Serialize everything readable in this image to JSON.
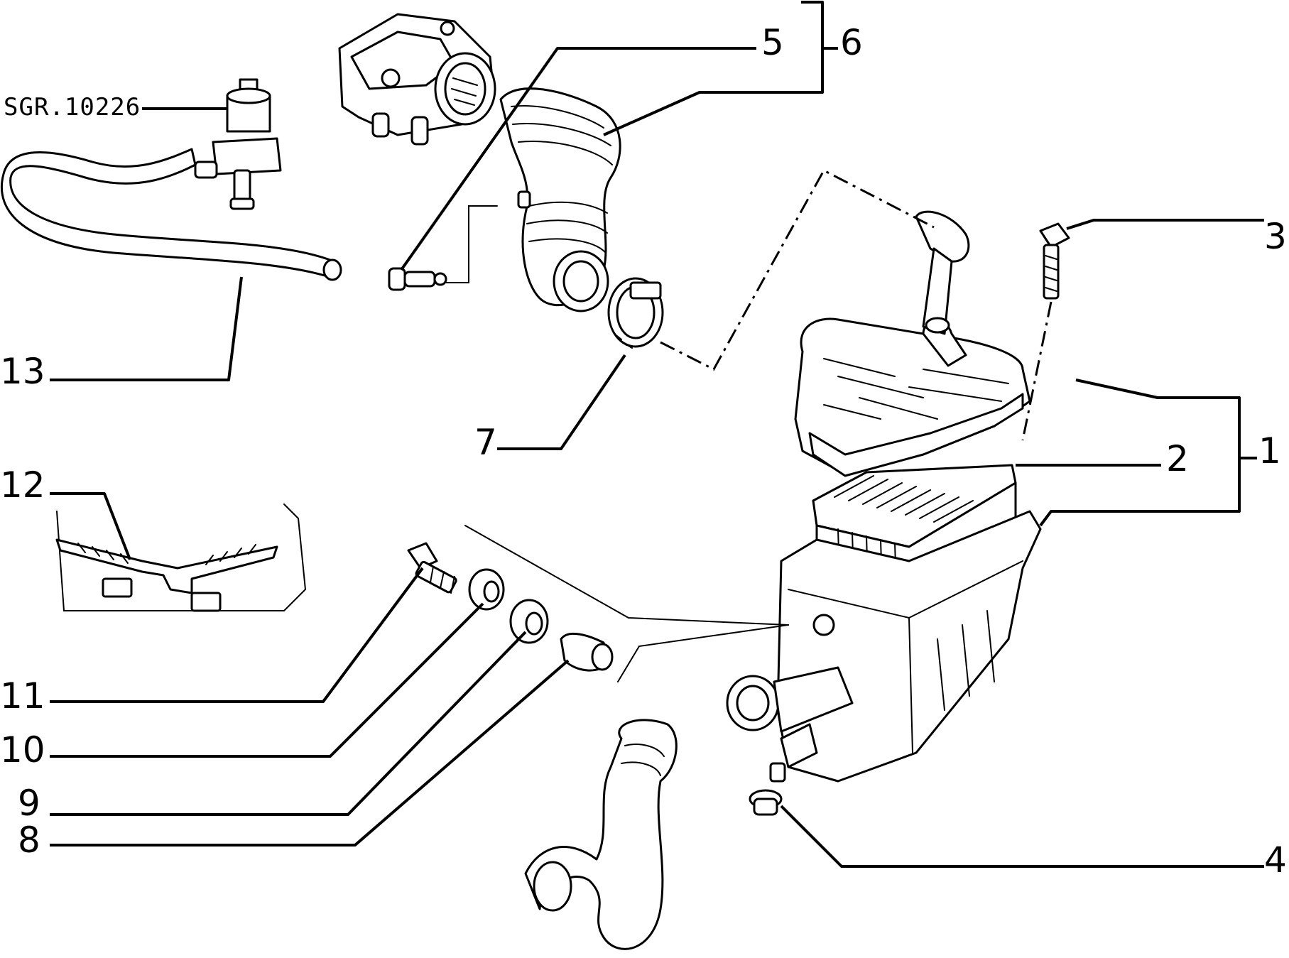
{
  "reference_code": "SGR.10226",
  "callouts": [
    {
      "id": "1",
      "label": "1"
    },
    {
      "id": "2",
      "label": "2"
    },
    {
      "id": "3",
      "label": "3"
    },
    {
      "id": "4",
      "label": "4"
    },
    {
      "id": "5",
      "label": "5"
    },
    {
      "id": "6",
      "label": "6"
    },
    {
      "id": "7",
      "label": "7"
    },
    {
      "id": "8",
      "label": "8"
    },
    {
      "id": "9",
      "label": "9"
    },
    {
      "id": "10",
      "label": "10"
    },
    {
      "id": "11",
      "label": "11"
    },
    {
      "id": "12",
      "label": "12"
    },
    {
      "id": "13",
      "label": "13"
    }
  ],
  "colors": {
    "ink": "#000000",
    "paper": "#ffffff"
  }
}
